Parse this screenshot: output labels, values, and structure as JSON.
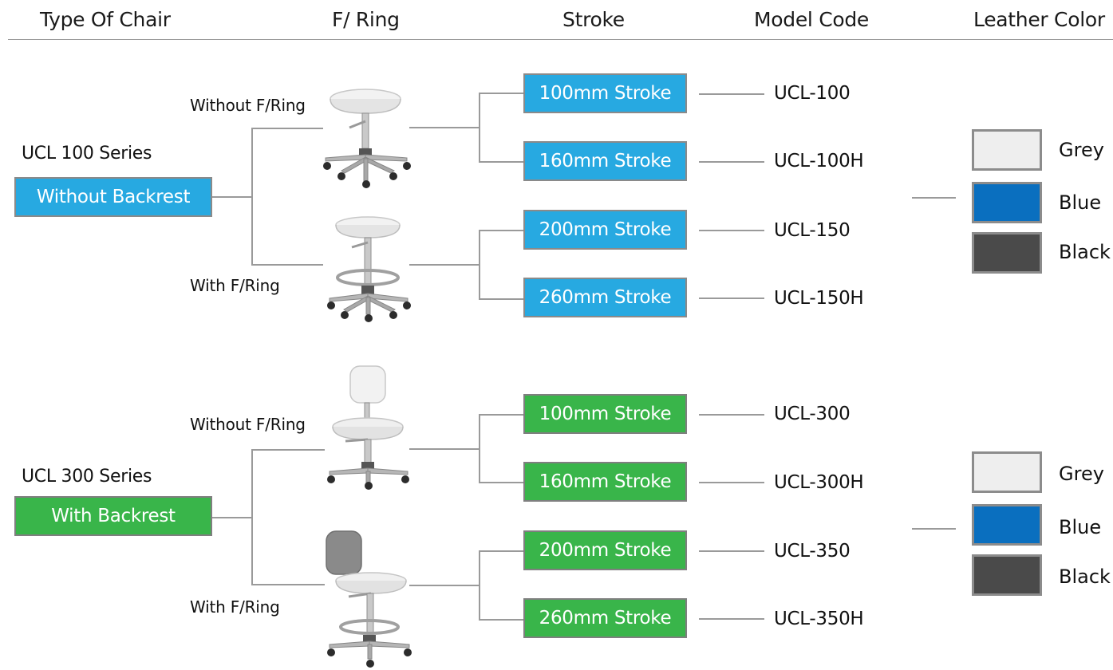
{
  "headers": {
    "type_of_chair": "Type Of Chair",
    "f_ring": "F/ Ring",
    "stroke": "Stroke",
    "model_code": "Model Code",
    "leather_color": "Leather Color"
  },
  "series": [
    {
      "name": "UCL 100 Series",
      "type": "Without Backrest",
      "color": "#27a9e1",
      "variants": [
        {
          "ring_label": "Without F/Ring",
          "strokes": [
            {
              "stroke": "100mm Stroke",
              "code": "UCL-100"
            },
            {
              "stroke": "160mm Stroke",
              "code": "UCL-100H"
            }
          ]
        },
        {
          "ring_label": "With F/Ring",
          "strokes": [
            {
              "stroke": "200mm Stroke",
              "code": "UCL-150"
            },
            {
              "stroke": "260mm Stroke",
              "code": "UCL-150H"
            }
          ]
        }
      ],
      "colors": [
        {
          "name": "Grey",
          "hex": "#eeeeee"
        },
        {
          "name": "Blue",
          "hex": "#0a6fbf"
        },
        {
          "name": "Black",
          "hex": "#4a4a4a"
        }
      ]
    },
    {
      "name": "UCL 300 Series",
      "type": "With Backrest",
      "color": "#39b54a",
      "variants": [
        {
          "ring_label": "Without F/Ring",
          "strokes": [
            {
              "stroke": "100mm Stroke",
              "code": "UCL-300"
            },
            {
              "stroke": "160mm Stroke",
              "code": "UCL-300H"
            }
          ]
        },
        {
          "ring_label": "With F/Ring",
          "strokes": [
            {
              "stroke": "200mm Stroke",
              "code": "UCL-350"
            },
            {
              "stroke": "260mm Stroke",
              "code": "UCL-350H"
            }
          ]
        }
      ],
      "colors": [
        {
          "name": "Grey",
          "hex": "#eeeeee"
        },
        {
          "name": "Blue",
          "hex": "#0a6fbf"
        },
        {
          "name": "Black",
          "hex": "#4a4a4a"
        }
      ]
    }
  ]
}
